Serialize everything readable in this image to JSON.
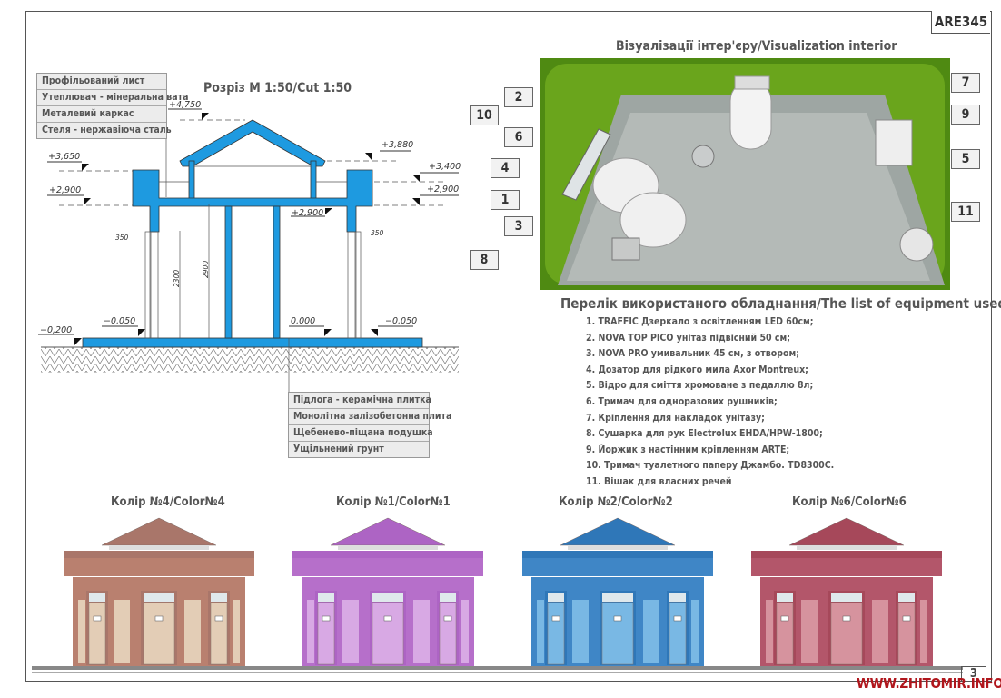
{
  "sheet": {
    "code": "ARE345",
    "page_number": "3",
    "watermark": "WWW.ZHITOMIR.INFO"
  },
  "section": {
    "title": "Розріз М 1:50/Cut 1:50",
    "roof_layers": [
      "Профільований лист",
      "Утеплювач - мінеральна вата",
      "Металевий каркас",
      "Стеля - нержавіюча сталь"
    ],
    "floor_layers": [
      "Підлога - керамічна плитка",
      "Монолітна залізобетонна плита",
      "Щебенево-піщана подушка",
      "Ущільнений грунт"
    ],
    "levels": {
      "peak": "+4,750",
      "left_top": "+3,650",
      "left_mid": "+2,900",
      "right_top": "+3,880",
      "right_mid1": "+3,400",
      "right_mid2": "+2,900",
      "ceiling": "+2,900",
      "ground": "−0,200",
      "left_floor": "−0,050",
      "floor": "0,000",
      "right_floor": "−0,050"
    },
    "dims": {
      "left_overhang": "350",
      "right_overhang": "350",
      "door_height": "2300",
      "room_height": "2900"
    }
  },
  "interior": {
    "title": "Візуалізації інтер'єру/Visualization interior",
    "callouts_left": [
      "2",
      "10",
      "6",
      "4",
      "1",
      "3",
      "8"
    ],
    "callouts_right": [
      "7",
      "9",
      "5",
      "11"
    ]
  },
  "equipment": {
    "title": "Перелік використаного обладнання/The list of equipment used:",
    "items": [
      "1. TRAFFIC Дзеркало з освітленням LED 60см;",
      "2. NOVA TOP PICO унітаз підвісний 50 см;",
      "3. NOVA PRO умивальник 45 см, з отвором;",
      "4. Дозатор для рідкого мила Axor Montreux;",
      "5. Відро для сміття хромоване з педаллю 8л;",
      "6. Тримач для одноразових рушників;",
      "7. Кріплення для накладок унітазу;",
      "8. Сушарка для рук Electrolux EHDA/HPW-1800;",
      "9. Йоржик з настінним кріпленням ARTE;",
      "10. Тримач туалетного паперу Джамбо. TD8300C.",
      "11. Вішак для власних речей"
    ]
  },
  "pavilions": [
    {
      "title": "Колір №4/Color№4",
      "roof": "#a9766a",
      "body": "#e3cdb6",
      "trim": "#b9806f"
    },
    {
      "title": "Колір №1/Color№1",
      "roof": "#ad64c4",
      "body": "#d8a9e4",
      "trim": "#b66fca"
    },
    {
      "title": "Колір №2/Color№2",
      "roof": "#2f77b8",
      "body": "#79b8e4",
      "trim": "#3f86c6"
    },
    {
      "title": "Колір №6/Color№6",
      "roof": "#a6485a",
      "body": "#d6939e",
      "trim": "#b3566a"
    }
  ],
  "colors": {
    "section_blue": "#1e9ae0",
    "interior_green": "#4f8a12",
    "watermark": "#b0161c"
  }
}
